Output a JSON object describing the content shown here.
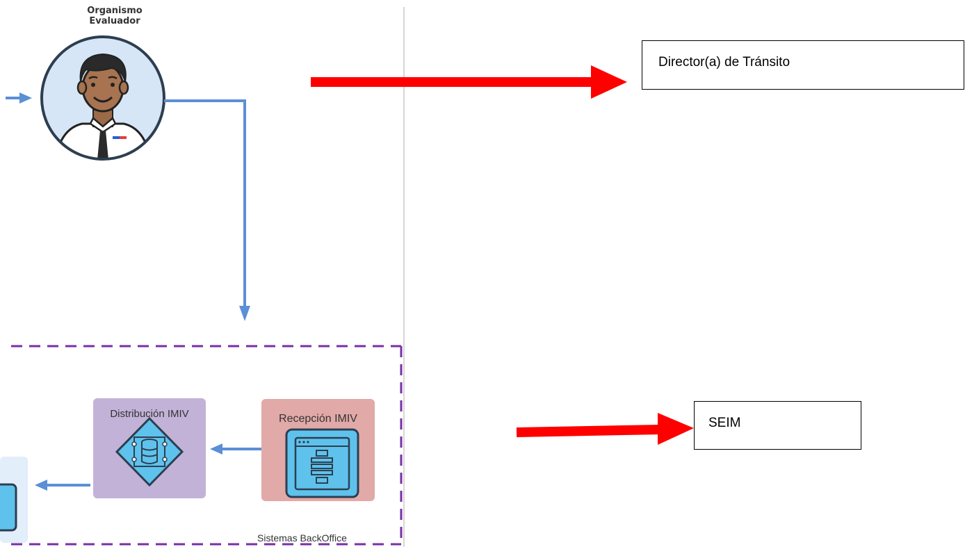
{
  "actor": {
    "name_line1": "Organismo",
    "name_line2": "Evaluador"
  },
  "components": {
    "distribucion": "Distribución IMIV",
    "recepcion": "Recepción IMIV"
  },
  "group": {
    "label": "Sistemas BackOffice"
  },
  "annotations": {
    "director": "Director(a)  de Tránsito",
    "seim": "SEIM"
  },
  "colors": {
    "connector": "#5b8fd6",
    "annotation_arrow": "#ff0000",
    "group_border": "#7a2ea8",
    "distribucion_fill": "#c3b2d7",
    "recepcion_fill": "#e1a9a8",
    "icon_fill": "#5ec2ec"
  },
  "icons": [
    "person-avatar-icon",
    "database-network-icon",
    "web-form-icon"
  ]
}
